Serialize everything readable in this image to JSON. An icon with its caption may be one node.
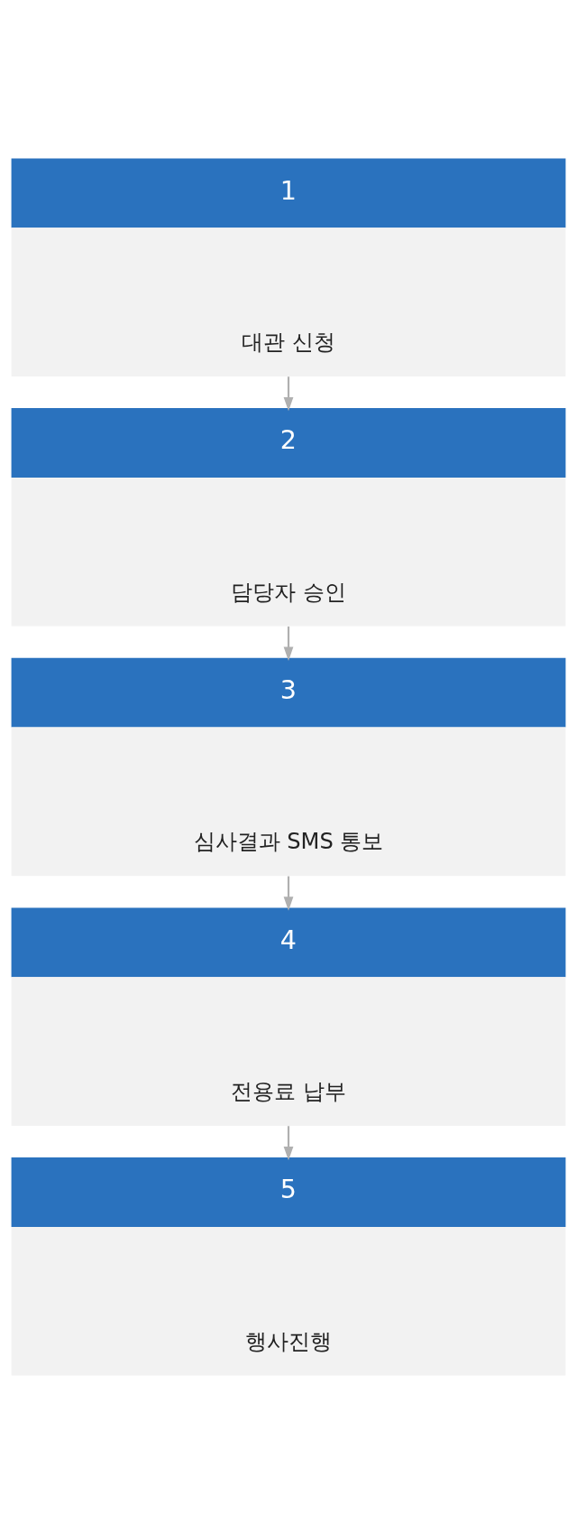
{
  "diagram": {
    "nodes": [
      {
        "text": [
          "1",
          "대관 신청"
        ]
      },
      {
        "text": [
          "2",
          "담당자 승인"
        ]
      },
      {
        "text": [
          "3",
          "심사결과 SMS 통보"
        ]
      },
      {
        "text": [
          "4",
          "전용료 납부"
        ]
      },
      {
        "text": [
          "5",
          "행사진행"
        ]
      }
    ],
    "edges": [
      {
        "from": 0,
        "to": 1,
        "arrow": "to"
      },
      {
        "from": 1,
        "to": 2,
        "arrow": "to"
      },
      {
        "from": 2,
        "to": 3,
        "arrow": "to"
      },
      {
        "from": 3,
        "to": 4,
        "arrow": "to"
      }
    ]
  }
}
